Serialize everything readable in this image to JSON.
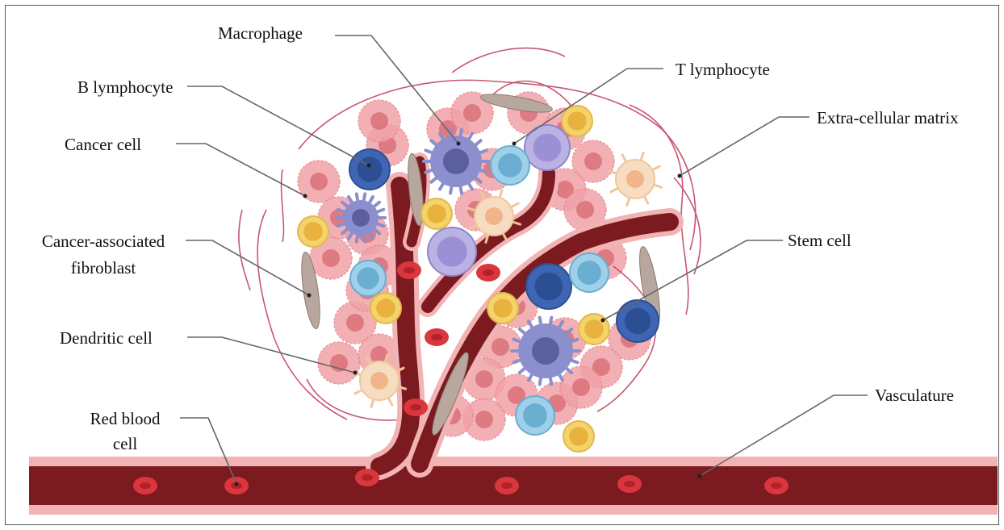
{
  "labels": {
    "macrophage": "Macrophage",
    "t_lymphocyte": "T lymphocyte",
    "b_lymphocyte": "B lymphocyte",
    "extracellular_matrix": "Extra-cellular matrix",
    "cancer_cell": "Cancer cell",
    "stem_cell": "Stem cell",
    "caf_line1": "Cancer-associated",
    "caf_line2": "fibroblast",
    "dendritic_cell": "Dendritic cell",
    "vasculature": "Vasculature",
    "rbc_line1": "Red blood",
    "rbc_line2": "cell"
  },
  "colors": {
    "vessel": "#7b1a1f",
    "vessel_wall": "#f2b3b5",
    "cancer_cell": "#f0a3a8",
    "macrophage": "#8b8fcd",
    "b_lymphocyte": "#3f66b4",
    "t_lymphocyte": "#9fd0ea",
    "stem_cell": "#f4d36b",
    "dendritic_cell": "#f6dcc0",
    "fibroblast": "#b8a79e",
    "matrix_fiber": "#c0395a",
    "red_blood_cell": "#d9363e"
  }
}
